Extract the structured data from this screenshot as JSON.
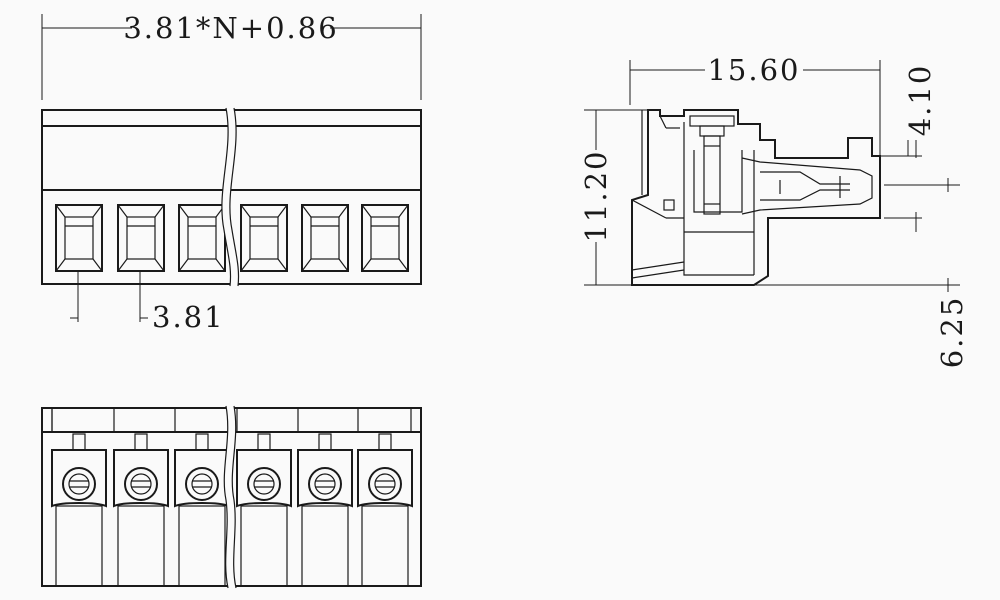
{
  "colors": {
    "background": "#fafafa",
    "line": "#1a1a1a"
  },
  "front_view": {
    "overall_dimension": "3.81*N+0.86",
    "pitch_dimension": "3.81",
    "visible_positions": 6
  },
  "side_view": {
    "width_dimension": "15.60",
    "height_dimension": "11.20",
    "top_offset_dimension": "4.10",
    "lower_dimension": "6.25"
  },
  "top_view": {
    "visible_positions": 6
  }
}
